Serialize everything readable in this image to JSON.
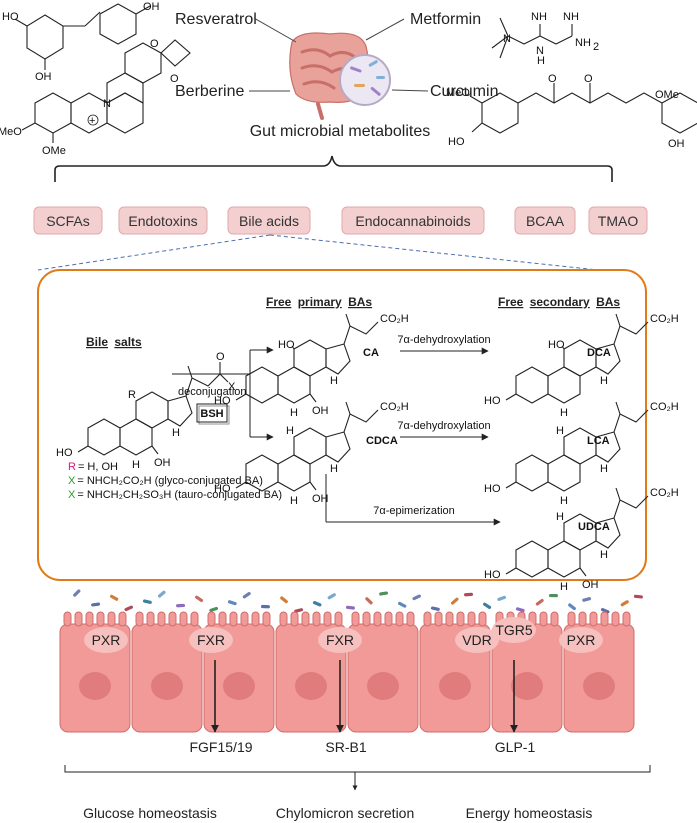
{
  "top": {
    "title": "Gut microbial metabolites",
    "compounds": {
      "resveratrol": "Resveratrol",
      "metformin": "Metformin",
      "berberine": "Berberine",
      "curcumin": "Curcumin"
    },
    "chem_labels": {
      "oh": "OH",
      "ho": "HO",
      "ome": "OMe",
      "meo": "MeO",
      "nh": "NH",
      "n": "N",
      "h": "H",
      "nh2": "NH",
      "two": "2",
      "o": "O",
      "plus": "+"
    }
  },
  "metabolites": [
    "SCFAs",
    "Endotoxins",
    "Bile acids",
    "Endocannabinoids",
    "BCAA",
    "TMAO"
  ],
  "bile": {
    "bile_salts_1": "Bile",
    "bile_salts_2": "salts",
    "free_primary_1": "Free",
    "free_primary_2": "primary",
    "free_primary_3": "BAs",
    "free_secondary_1": "Free",
    "free_secondary_2": "secondary",
    "free_secondary_3": "BAs",
    "deconjugation": "deconjugation",
    "bsh": "BSH",
    "dehydroxylation": "7α-dehydroxylation",
    "epimerization": "7α-epimerization",
    "r_def": "= H, OH",
    "x_glyco": "= NHCH₂CO₂H (glyco-conjugated BA)",
    "x_tauro": "= NHCH₂CH₂SO₃H (tauro-conjugated BA)",
    "r": "R",
    "x": "X",
    "co2h": "CO₂H",
    "names": {
      "ca": "CA",
      "cdca": "CDCA",
      "dca": "DCA",
      "lca": "LCA",
      "udca": "UDCA"
    }
  },
  "receptors": [
    "PXR",
    "FXR",
    "FXR",
    "VDR",
    "TGR5",
    "PXR"
  ],
  "targets": {
    "fgf": "FGF15/19",
    "srb1": "SR-B1",
    "glp1": "GLP-1"
  },
  "outcomes": {
    "glucose": "Glucose homeostasis",
    "chylo": "Chylomicron secretion",
    "energy": "Energy homeostasis"
  },
  "colors": {
    "orange_border": "#e07b1a",
    "pill_fill": "#f3cfd0",
    "cell_fill": "#f19a98",
    "nucleus": "#e07d7c",
    "receptor_oval": "#f6c0bf",
    "magenta": "#e0157f",
    "green": "#2a9d2a",
    "blue": "#1f3fd0"
  },
  "icons": [
    "bacteria-icon",
    "intestine-icon",
    "magnifier-icon"
  ]
}
